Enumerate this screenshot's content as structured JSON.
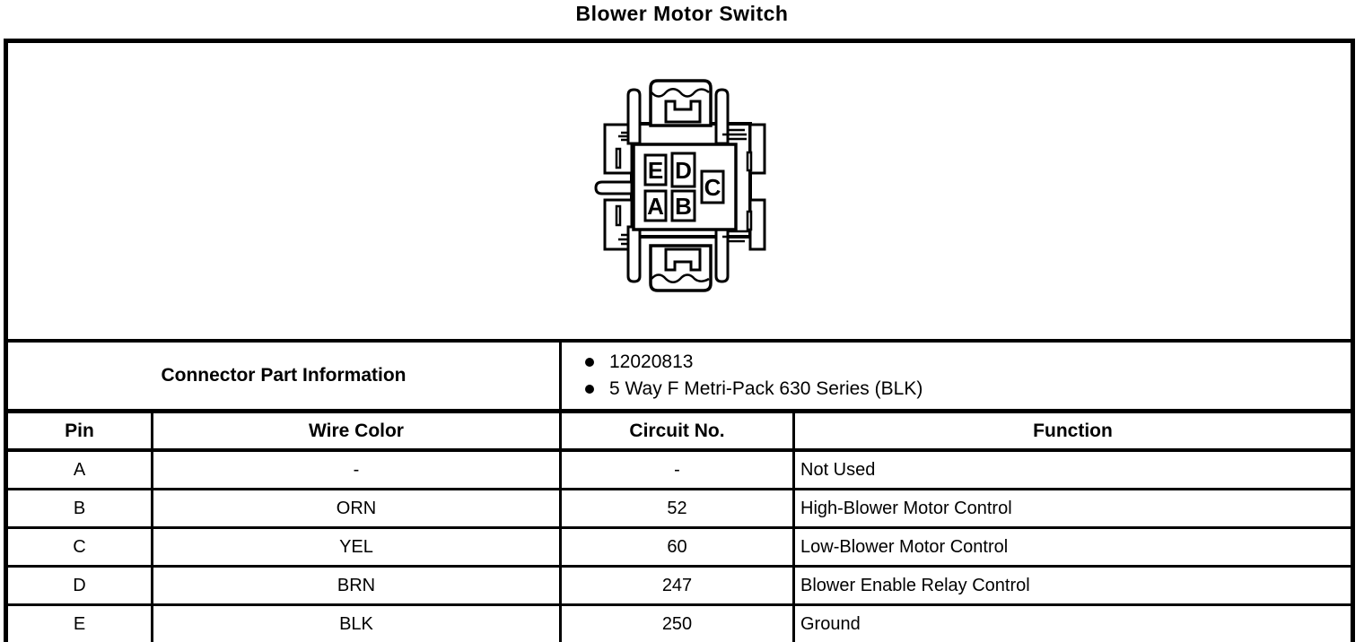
{
  "title": "Blower Motor Switch",
  "connector_diagram": {
    "pin_labels": {
      "e": "E",
      "d": "D",
      "c": "C",
      "a": "A",
      "b": "B"
    }
  },
  "part_info": {
    "label": "Connector Part Information",
    "items": [
      "12020813",
      "5 Way F Metri-Pack 630 Series (BLK)"
    ]
  },
  "pin_table": {
    "headers": [
      "Pin",
      "Wire Color",
      "Circuit No.",
      "Function"
    ],
    "rows": [
      {
        "pin": "A",
        "wire_color": "-",
        "circuit_no": "-",
        "function": "Not Used"
      },
      {
        "pin": "B",
        "wire_color": "ORN",
        "circuit_no": "52",
        "function": "High-Blower Motor Control"
      },
      {
        "pin": "C",
        "wire_color": "YEL",
        "circuit_no": "60",
        "function": "Low-Blower Motor Control"
      },
      {
        "pin": "D",
        "wire_color": "BRN",
        "circuit_no": "247",
        "function": "Blower Enable Relay Control"
      },
      {
        "pin": "E",
        "wire_color": "BLK",
        "circuit_no": "250",
        "function": "Ground"
      }
    ]
  },
  "colors": {
    "line": "#000000",
    "background": "#ffffff",
    "text": "#000000"
  }
}
